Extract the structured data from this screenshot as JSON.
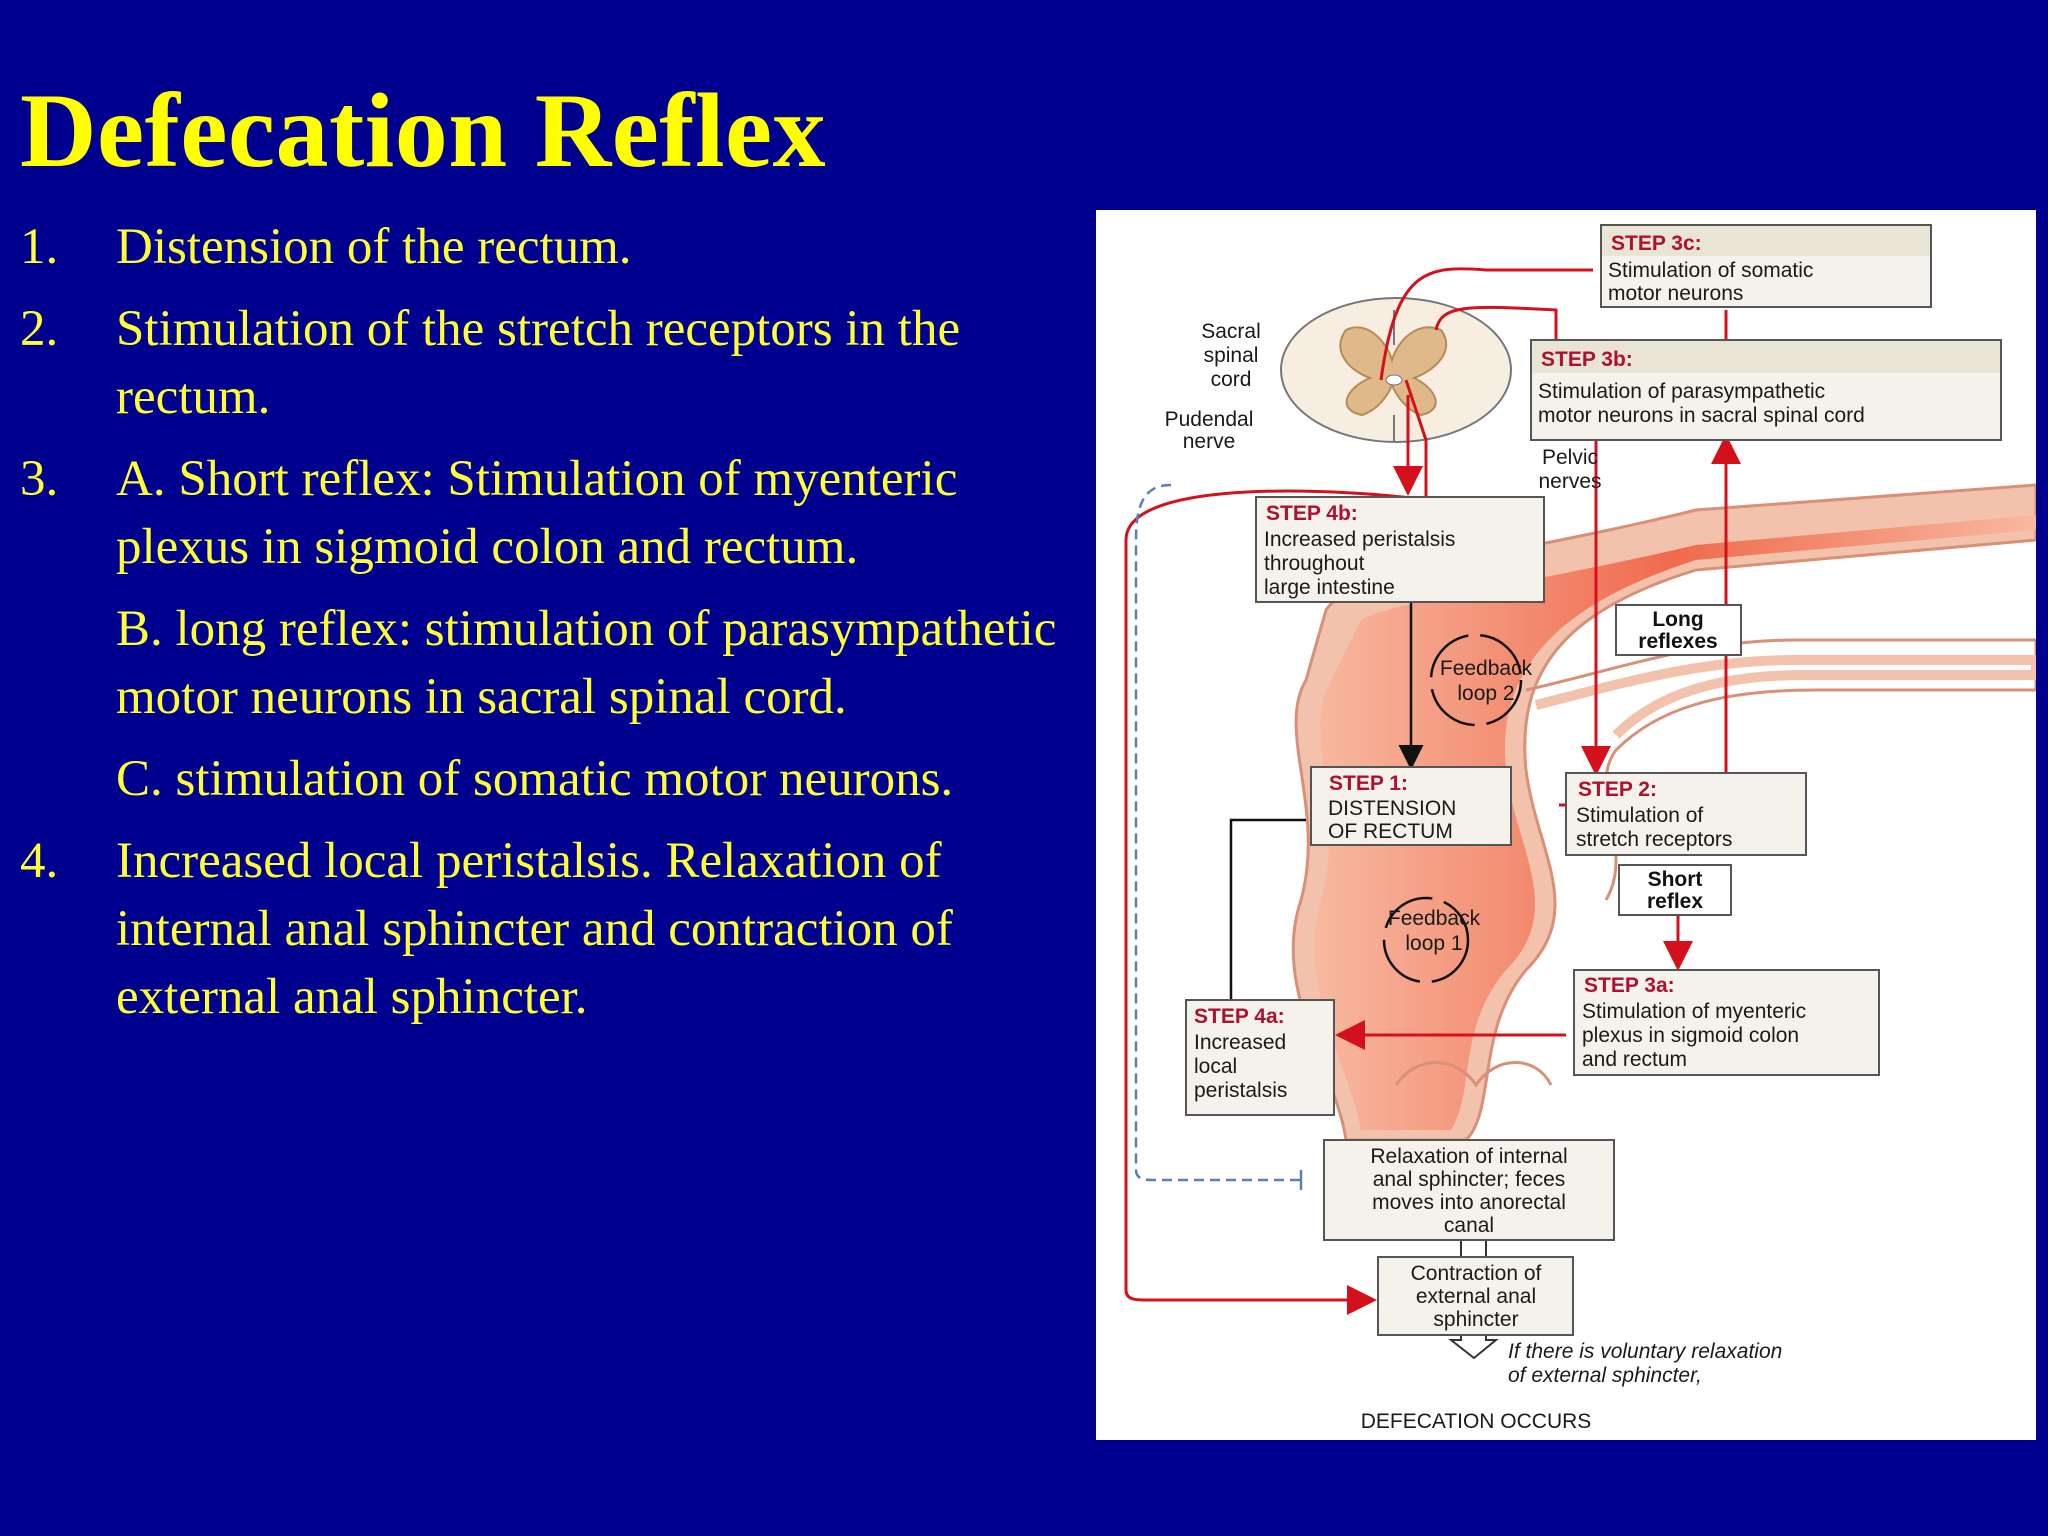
{
  "title": "Defecation Reflex",
  "list": [
    {
      "num": "1.",
      "text": "Distension of the rectum."
    },
    {
      "num": "2.",
      "text": "Stimulation of the stretch receptors in the rectum."
    },
    {
      "num": "3.",
      "text": "A. Short reflex: Stimulation of myenteric plexus in sigmoid colon and rectum."
    },
    {
      "text": "B. long reflex: stimulation of parasympathetic motor neurons in sacral spinal cord."
    },
    {
      "text": "C. stimulation of somatic motor neurons."
    },
    {
      "num": "4.",
      "text": "Increased local peristalsis. Relaxation of internal anal sphincter and contraction of external anal sphincter."
    }
  ],
  "diagram": {
    "step3c": {
      "title": "STEP 3c:",
      "line1": "Stimulation of somatic",
      "line2": "motor neurons"
    },
    "step3b": {
      "title": "STEP 3b:",
      "line1": "Stimulation of parasympathetic",
      "line2": "motor neurons in sacral spinal cord"
    },
    "sacral": {
      "line1": "Sacral",
      "line2": "spinal",
      "line3": "cord"
    },
    "pudendal": {
      "line1": "Pudendal",
      "line2": "nerve"
    },
    "pelvic": {
      "line1": "Pelvic",
      "line2": "nerves"
    },
    "step4b": {
      "title": "STEP 4b:",
      "line1": "Increased peristalsis",
      "line2": "throughout",
      "line3": "large intestine"
    },
    "long_reflexes": {
      "line1": "Long",
      "line2": "reflexes"
    },
    "feedback2": {
      "line1": "Feedback",
      "line2": "loop 2"
    },
    "step1": {
      "title": "STEP 1:",
      "line1": "DISTENSION",
      "line2": "OF RECTUM"
    },
    "step2": {
      "title": "STEP 2:",
      "line1": "Stimulation of",
      "line2": "stretch receptors"
    },
    "short_reflex": {
      "line1": "Short",
      "line2": "reflex"
    },
    "feedback1": {
      "line1": "Feedback",
      "line2": "loop 1"
    },
    "step3a": {
      "title": "STEP 3a:",
      "line1": "Stimulation of myenteric",
      "line2": "plexus in sigmoid colon",
      "line3": "and rectum"
    },
    "step4a": {
      "title": "STEP 4a:",
      "line1": "Increased",
      "line2": "local",
      "line3": "peristalsis"
    },
    "relaxation": {
      "line1": "Relaxation of internal",
      "line2": "anal sphincter; feces",
      "line3": "moves into anorectal",
      "line4": "canal"
    },
    "contraction": {
      "line1": "Contraction of",
      "line2": "external anal",
      "line3": "sphincter"
    },
    "voluntary": {
      "line1": "If there is voluntary relaxation",
      "line2": "of external sphincter,"
    },
    "defecation": "DEFECATION OCCURS"
  },
  "colors": {
    "background": "#00008f",
    "title": "#ffff00",
    "text": "#ffff33",
    "nerve_red": "#d4101c",
    "step_title": "#b01030"
  }
}
